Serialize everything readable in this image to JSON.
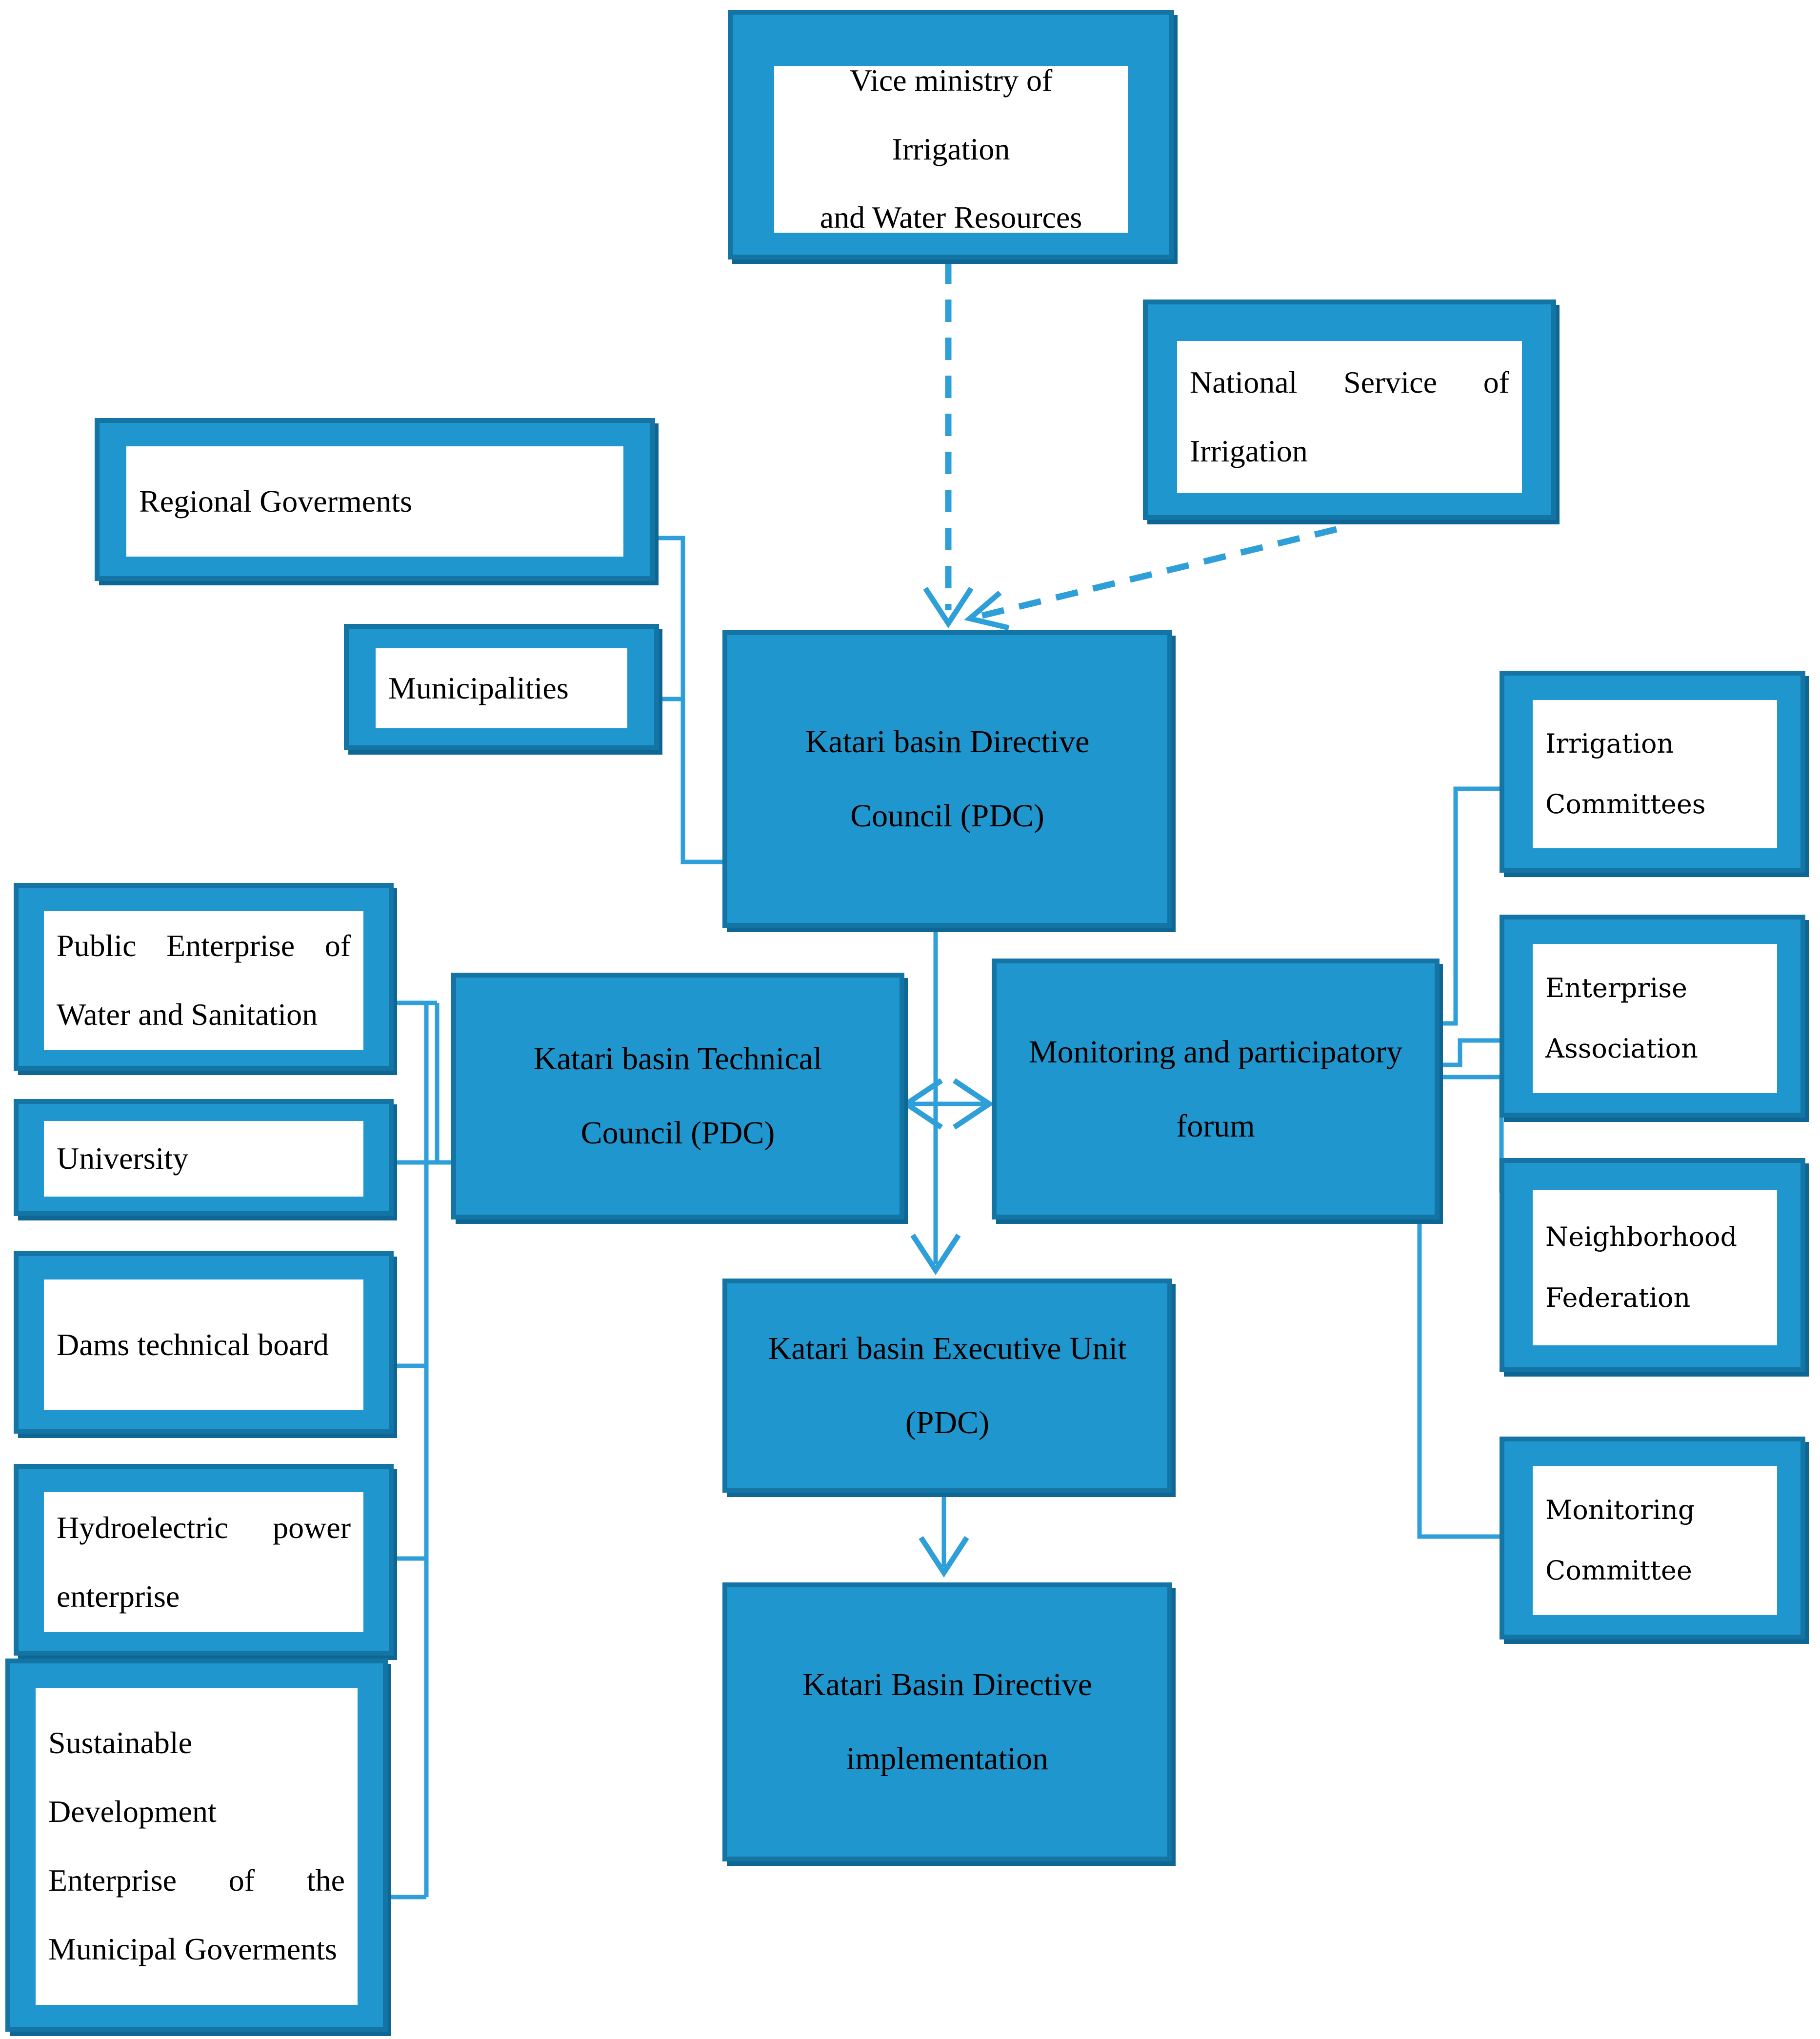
{
  "diagram": {
    "description": "Institutional organization chart of the Katari basin water governance"
  },
  "colors": {
    "box_fill": "#2096CE",
    "box_border": "#1474A4",
    "box_shadow": "#0D6693",
    "connector": "#2E9FD8",
    "panel_bg": "#FFFFFF",
    "text": "#000000"
  },
  "nodes": {
    "vice_ministry": {
      "lines": [
        "Vice ministry of Irrigation",
        "and Water Resources"
      ]
    },
    "national_service": {
      "label": "National Service of Irrigation"
    },
    "regional_governments": {
      "label": "Regional Goverments"
    },
    "municipalities": {
      "label": "Municipalities"
    },
    "directive_council": {
      "lines": [
        "Katari basin Directive",
        "Council (PDC)"
      ]
    },
    "technical_council": {
      "lines": [
        "Katari basin Technical",
        "Council (PDC)"
      ]
    },
    "forum": {
      "lines": [
        "Monitoring and participatory",
        "forum"
      ]
    },
    "executive_unit": {
      "lines": [
        "Katari basin Executive Unit",
        "(PDC)"
      ]
    },
    "implementation": {
      "lines": [
        "Katari Basin Directive",
        "implementation"
      ]
    },
    "public_enterprise": {
      "label": "Public Enterprise of Water and Sanitation"
    },
    "university": {
      "label": "University"
    },
    "dams_board": {
      "label": "Dams technical board"
    },
    "hydroelectric": {
      "label": "Hydroelectric power enterprise"
    },
    "sustainable": {
      "label": "Sustainable Development Enterprise of the Municipal Goverments"
    },
    "irrigation_committees": {
      "lines": [
        "Irrigation",
        "Committees"
      ]
    },
    "enterprise_association": {
      "lines": [
        "Enterprise",
        "Association"
      ]
    },
    "neighborhood_federation": {
      "lines": [
        "Neighborhood",
        "Federation"
      ]
    },
    "monitoring_committee": {
      "lines": [
        "Monitoring",
        "Committee"
      ]
    }
  },
  "connections": [
    {
      "from": "Vice ministry of Irrigation and Water Resources",
      "to": "Katari basin Directive Council (PDC)",
      "style": "dashed-arrow"
    },
    {
      "from": "National Service of Irrigation",
      "to": "Katari basin Directive Council (PDC)",
      "style": "dashed-arrow"
    },
    {
      "from": "Regional Goverments",
      "to": "Katari basin Directive Council (PDC)",
      "style": "line"
    },
    {
      "from": "Municipalities",
      "to": "Katari basin Directive Council (PDC)",
      "style": "line"
    },
    {
      "from": "Katari basin Directive Council (PDC)",
      "to": "Katari basin Executive Unit (PDC)",
      "style": "arrow"
    },
    {
      "from": "Katari basin Technical Council (PDC)",
      "to": "Monitoring and participatory forum",
      "style": "double-arrow"
    },
    {
      "from": "Katari basin Executive Unit (PDC)",
      "to": "Katari Basin Directive implementation",
      "style": "arrow"
    },
    {
      "from": "Public Enterprise of Water and Sanitation",
      "to": "Katari basin Technical Council (PDC)",
      "style": "line"
    },
    {
      "from": "University",
      "to": "Katari basin Technical Council (PDC)",
      "style": "line"
    },
    {
      "from": "Dams technical board",
      "to": "Katari basin Technical Council (PDC)",
      "style": "line"
    },
    {
      "from": "Hydroelectric power enterprise",
      "to": "Katari basin Technical Council (PDC)",
      "style": "line"
    },
    {
      "from": "Sustainable Development Enterprise of the Municipal Goverments",
      "to": "Katari basin Technical Council (PDC)",
      "style": "line"
    },
    {
      "from": "Monitoring and participatory forum",
      "to": "Irrigation Committees",
      "style": "line"
    },
    {
      "from": "Monitoring and participatory forum",
      "to": "Enterprise Association",
      "style": "line"
    },
    {
      "from": "Monitoring and participatory forum",
      "to": "Neighborhood Federation",
      "style": "line"
    },
    {
      "from": "Monitoring and participatory forum",
      "to": "Monitoring Committee",
      "style": "line"
    }
  ]
}
